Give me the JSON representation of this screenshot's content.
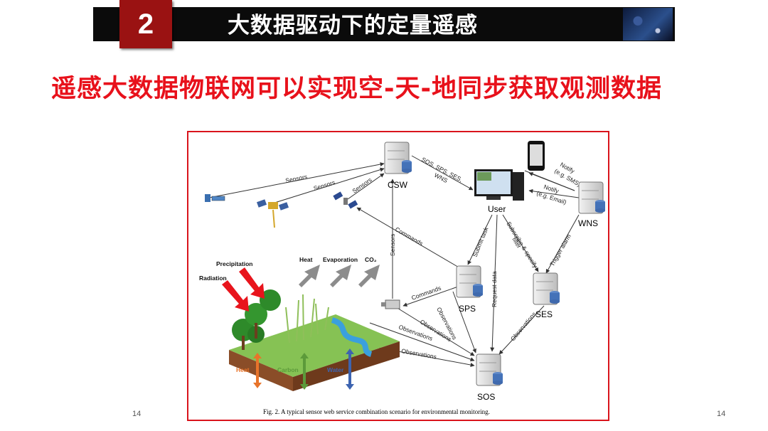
{
  "header": {
    "number": "2",
    "title": "大数据驱动下的定量遥感",
    "corner_image_icon": "space-satellite-image"
  },
  "subtitle": "遥感大数据物联网可以实现空-天-地同步获取观测数据",
  "figure": {
    "caption": "Fig. 2. A typical sensor web service combination scenario for environmental monitoring.",
    "nodes": {
      "csw": "CSW",
      "user": "User",
      "wns": "WNS",
      "sps": "SPS",
      "ses": "SES",
      "sos": "SOS"
    },
    "edges": {
      "sensors": "Sensors",
      "sos_sps_ses_wns": "SOS, SPS, SES,",
      "wns_line2": "WNS",
      "notify_sms_1": "Notify",
      "notify_sms_2": "(e.g. SMS)",
      "notify_email_1": "Notify",
      "notify_email_2": "(e.g. Email)",
      "submit_task": "Submit task",
      "subscribe_1": "Subscribe & specify",
      "subscribe_2": "filter",
      "trigger_alarm": "Trigger alarm",
      "request_data": "Request data",
      "commands": "Commands",
      "observations": "Observations"
    },
    "scene": {
      "precipitation": "Precipitation",
      "radiation": "Radiation",
      "heat_top": "Heat",
      "evaporation": "Evaporation",
      "co2": "CO₂",
      "heat_soil": "Heat",
      "carbon_soil": "Carbon",
      "water_soil": "Water"
    }
  },
  "page_numbers": {
    "left": "14",
    "right": "14"
  },
  "colors": {
    "title_bar": "#0b0b0b",
    "number_box": "#9a1212",
    "subtitle_red": "#e8111b",
    "frame_red": "#d9141c",
    "heat_orange": "#e8742a",
    "carbon_green": "#5c9a3a",
    "water_blue": "#3d64b0"
  }
}
